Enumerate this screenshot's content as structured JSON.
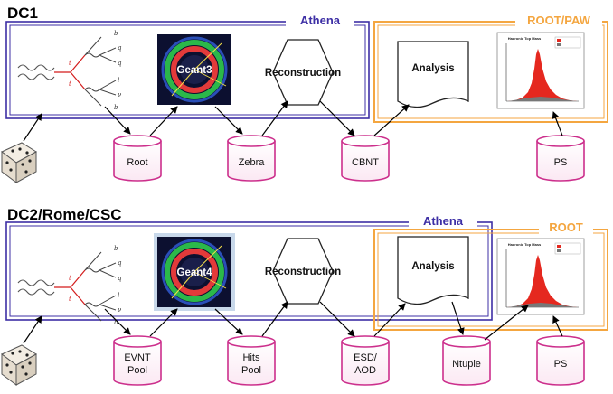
{
  "colors": {
    "athena_purple": "#3d2fa5",
    "root_orange": "#f4a640",
    "cylinder_pink": "#cc2f8c",
    "histogram_red": "#e5281f"
  },
  "dc1": {
    "title": "DC1",
    "athena_label": "Athena",
    "rootpaw_label": "ROOT/PAW",
    "geant_label": "Geant3",
    "reco_label": "Reconstruction",
    "analysis_label": "Analysis",
    "cylinders": [
      {
        "id": "root",
        "lines": [
          "Root"
        ]
      },
      {
        "id": "zebra",
        "lines": [
          "Zebra"
        ]
      },
      {
        "id": "cbnt",
        "lines": [
          "CBNT"
        ]
      },
      {
        "id": "ps",
        "lines": [
          "PS"
        ]
      }
    ],
    "histogram_title": "Hadronic Top Mass"
  },
  "dc2": {
    "title": "DC2/Rome/CSC",
    "athena_label": "Athena",
    "root_label": "ROOT",
    "geant_label": "Geant4",
    "reco_label": "Reconstruction",
    "analysis_label": "Analysis",
    "cylinders": [
      {
        "id": "evnt",
        "lines": [
          "EVNT",
          "Pool"
        ]
      },
      {
        "id": "hits",
        "lines": [
          "Hits",
          "Pool"
        ]
      },
      {
        "id": "esdaod",
        "lines": [
          "ESD/",
          "AOD"
        ]
      },
      {
        "id": "ntuple",
        "lines": [
          "Ntuple"
        ]
      },
      {
        "id": "ps",
        "lines": [
          "PS"
        ]
      }
    ],
    "histogram_title": "Hadronic Top Mass"
  }
}
